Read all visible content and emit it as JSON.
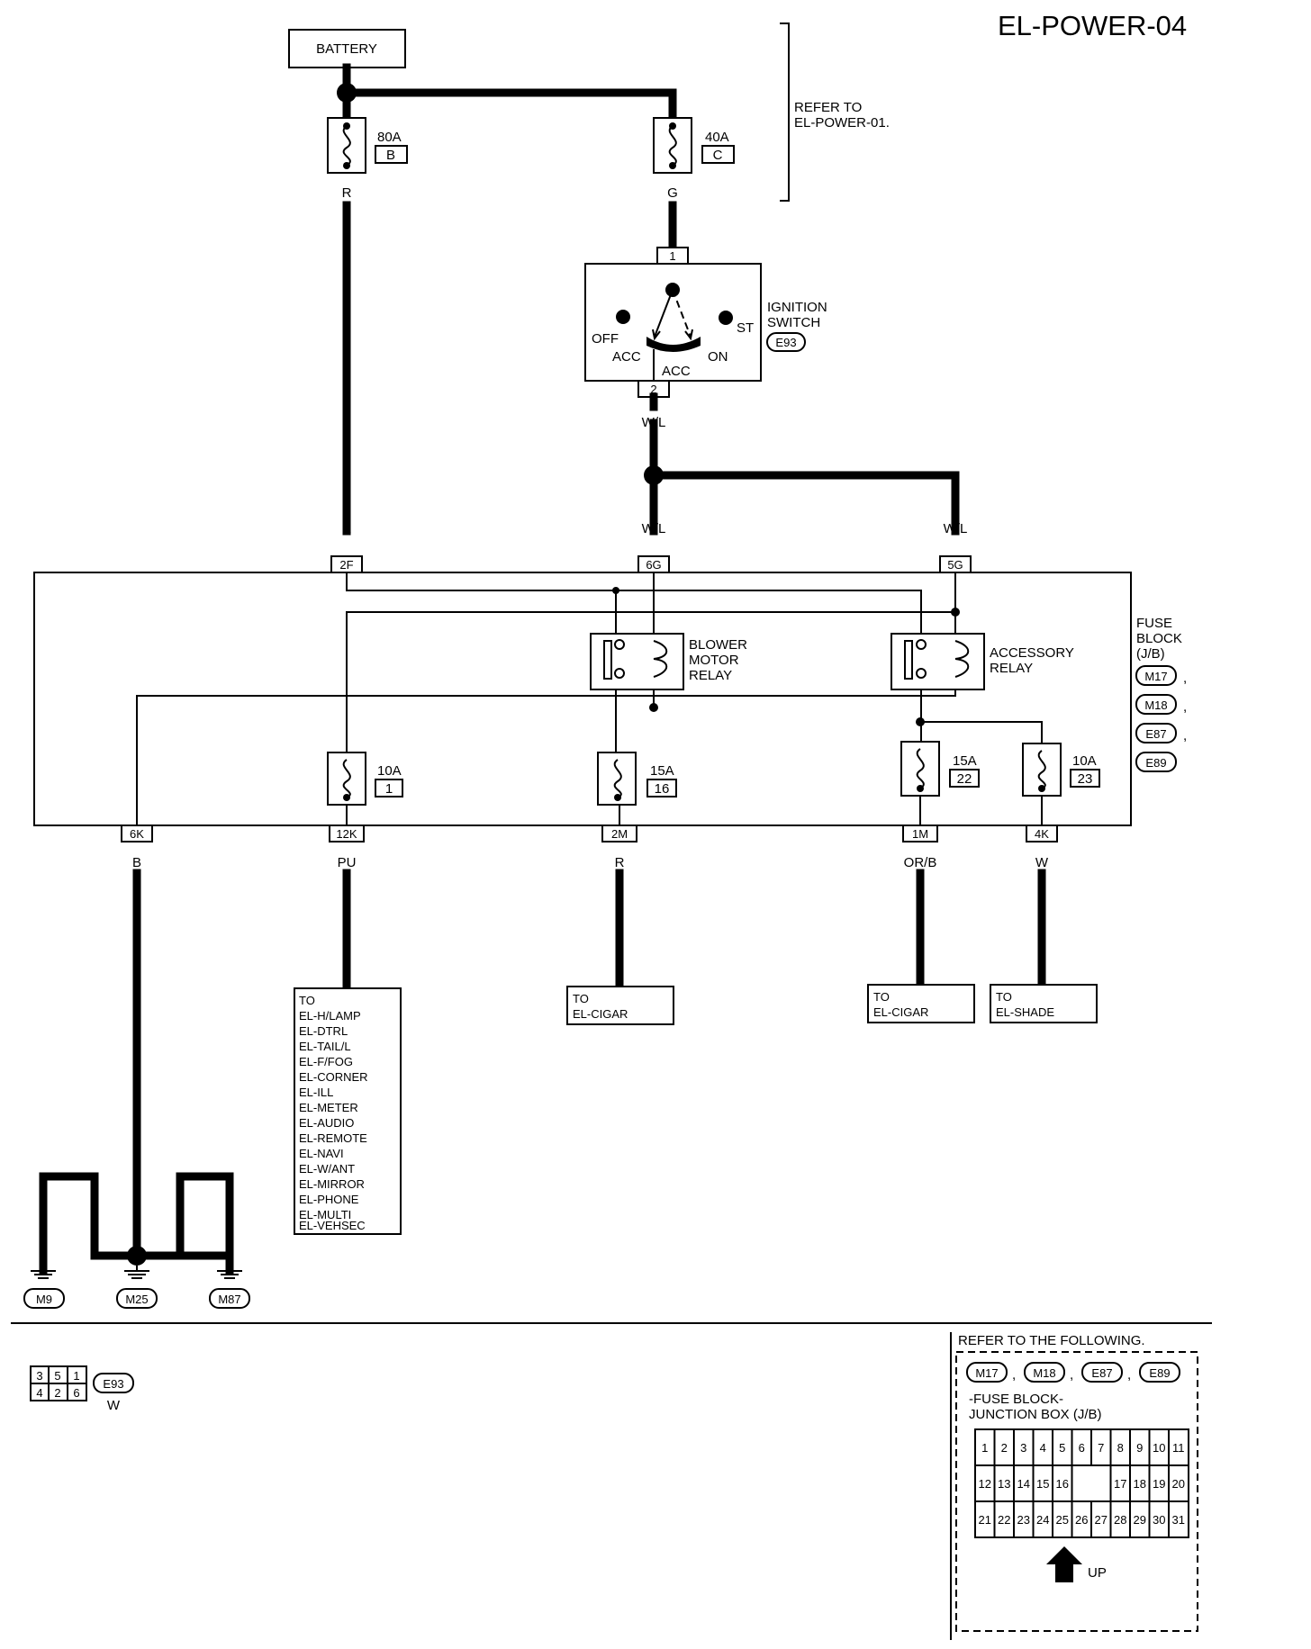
{
  "page_title": "EL-POWER-04",
  "battery": "BATTERY",
  "refer_note": [
    "REFER TO",
    "EL-POWER-01."
  ],
  "fusible_links": [
    {
      "amp": "80A",
      "code": "B",
      "wire": "R"
    },
    {
      "amp": "40A",
      "code": "C",
      "wire": "G"
    }
  ],
  "ignition": {
    "title": [
      "IGNITION",
      "SWITCH"
    ],
    "connector": "E93",
    "pin_in": "1",
    "pin_out": "2",
    "positions": {
      "off": "OFF",
      "acc": "ACC",
      "acc2": "ACC",
      "on": "ON",
      "st": "ST"
    },
    "out_wire": "W/L"
  },
  "block_inputs": [
    {
      "pin": "2F",
      "wire": "R"
    },
    {
      "pin": "6G",
      "wire": "W/L"
    },
    {
      "pin": "5G",
      "wire": "W/L"
    }
  ],
  "relays": {
    "blower": [
      "BLOWER",
      "MOTOR",
      "RELAY"
    ],
    "accessory": [
      "ACCESSORY",
      "RELAY"
    ]
  },
  "fuse_block": {
    "label": [
      "FUSE",
      "BLOCK",
      "(J/B)"
    ],
    "connectors": [
      "M17",
      "M18",
      "E87",
      "E89"
    ]
  },
  "fuses": [
    {
      "amp": "10A",
      "num": "1"
    },
    {
      "amp": "15A",
      "num": "16"
    },
    {
      "amp": "15A",
      "num": "22"
    },
    {
      "amp": "10A",
      "num": "23"
    }
  ],
  "outputs": [
    {
      "pin": "6K",
      "wire": "B"
    },
    {
      "pin": "12K",
      "wire": "PU"
    },
    {
      "pin": "2M",
      "wire": "R"
    },
    {
      "pin": "1M",
      "wire": "OR/B"
    },
    {
      "pin": "4K",
      "wire": "W"
    }
  ],
  "dest_main": [
    "TO",
    "EL-H/LAMP",
    "EL-DTRL",
    "EL-TAIL/L",
    "EL-F/FOG",
    "EL-CORNER",
    "EL-ILL",
    "EL-METER",
    "EL-AUDIO",
    "EL-REMOTE",
    "EL-NAVI",
    "EL-W/ANT",
    "EL-MIRROR",
    "EL-PHONE",
    "EL-MULTI",
    "EL-VEHSEC"
  ],
  "dest_cigar_1": [
    "TO",
    "EL-CIGAR"
  ],
  "dest_cigar_2": [
    "TO",
    "EL-CIGAR"
  ],
  "dest_shade": [
    "TO",
    "EL-SHADE"
  ],
  "ground": {
    "wire": "B",
    "points": [
      "M9",
      "M25",
      "M87"
    ]
  },
  "e93_connector": {
    "name": "E93",
    "color": "W",
    "rows": [
      [
        "3",
        "5",
        "1"
      ],
      [
        "4",
        "2",
        "6"
      ]
    ]
  },
  "refer_box": {
    "title": "REFER TO THE FOLLOWING.",
    "connectors": [
      "M17",
      "M18",
      "E87",
      "E89"
    ],
    "desc": [
      "-FUSE BLOCK-",
      "JUNCTION BOX (J/B)"
    ],
    "row1": [
      "1",
      "2",
      "3",
      "4",
      "5",
      "6",
      "7",
      "8",
      "9",
      "10",
      "11"
    ],
    "row2": [
      "12",
      "13",
      "14",
      "15",
      "16",
      "",
      "17",
      "18",
      "19",
      "20"
    ],
    "row3": [
      "21",
      "22",
      "23",
      "24",
      "25",
      "26",
      "27",
      "28",
      "29",
      "30",
      "31"
    ],
    "up": "UP"
  }
}
